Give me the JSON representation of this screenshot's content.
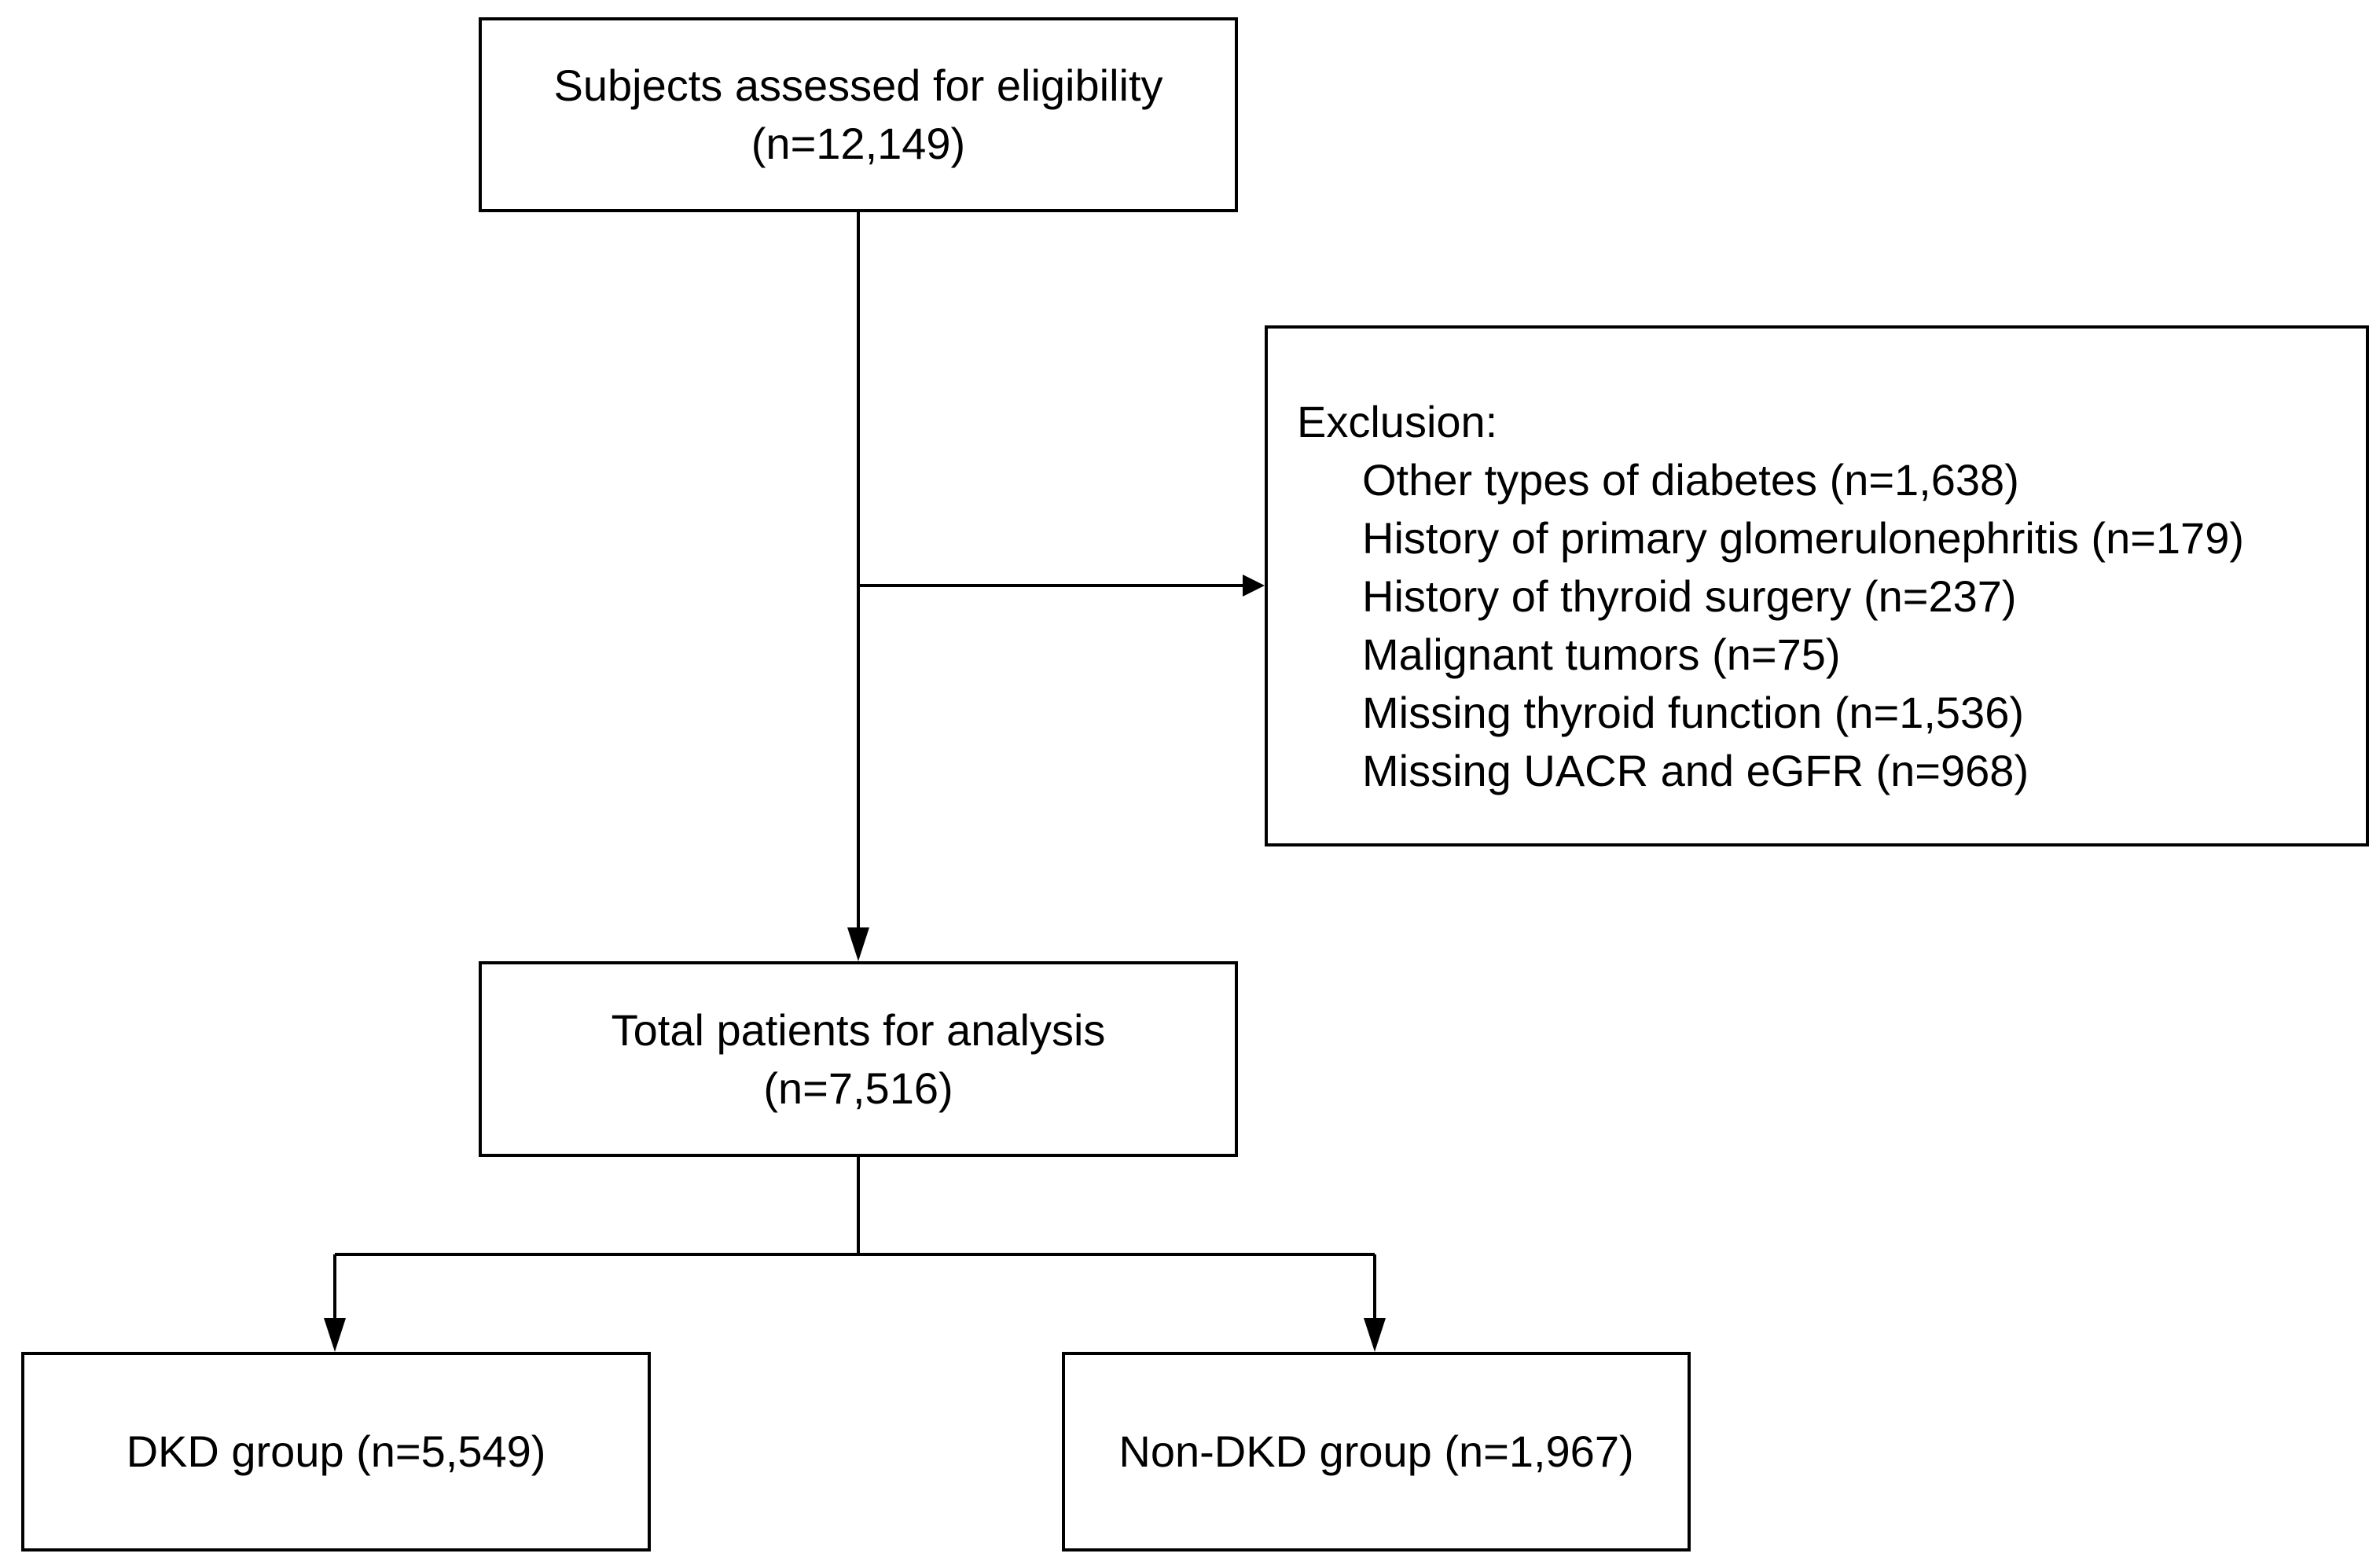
{
  "boxes": {
    "eligibility": {
      "title": "Subjects assessed for eligibility",
      "count": "(n=12,149)"
    },
    "exclusion": {
      "heading": "Exclusion:",
      "items": [
        "Other types of diabetes (n=1,638)",
        "History of primary glomerulonephritis (n=179)",
        "History of thyroid surgery (n=237)",
        "Malignant tumors (n=75)",
        "Missing thyroid function (n=1,536)",
        "Missing UACR and eGFR (n=968)"
      ]
    },
    "analysis": {
      "title": "Total patients for analysis",
      "count": "(n=7,516)"
    },
    "dkd": {
      "label": "DKD group (n=5,549)"
    },
    "non_dkd": {
      "label": "Non-DKD group (n=1,967)"
    }
  },
  "colors": {
    "line": "#000000",
    "background": "#ffffff"
  }
}
